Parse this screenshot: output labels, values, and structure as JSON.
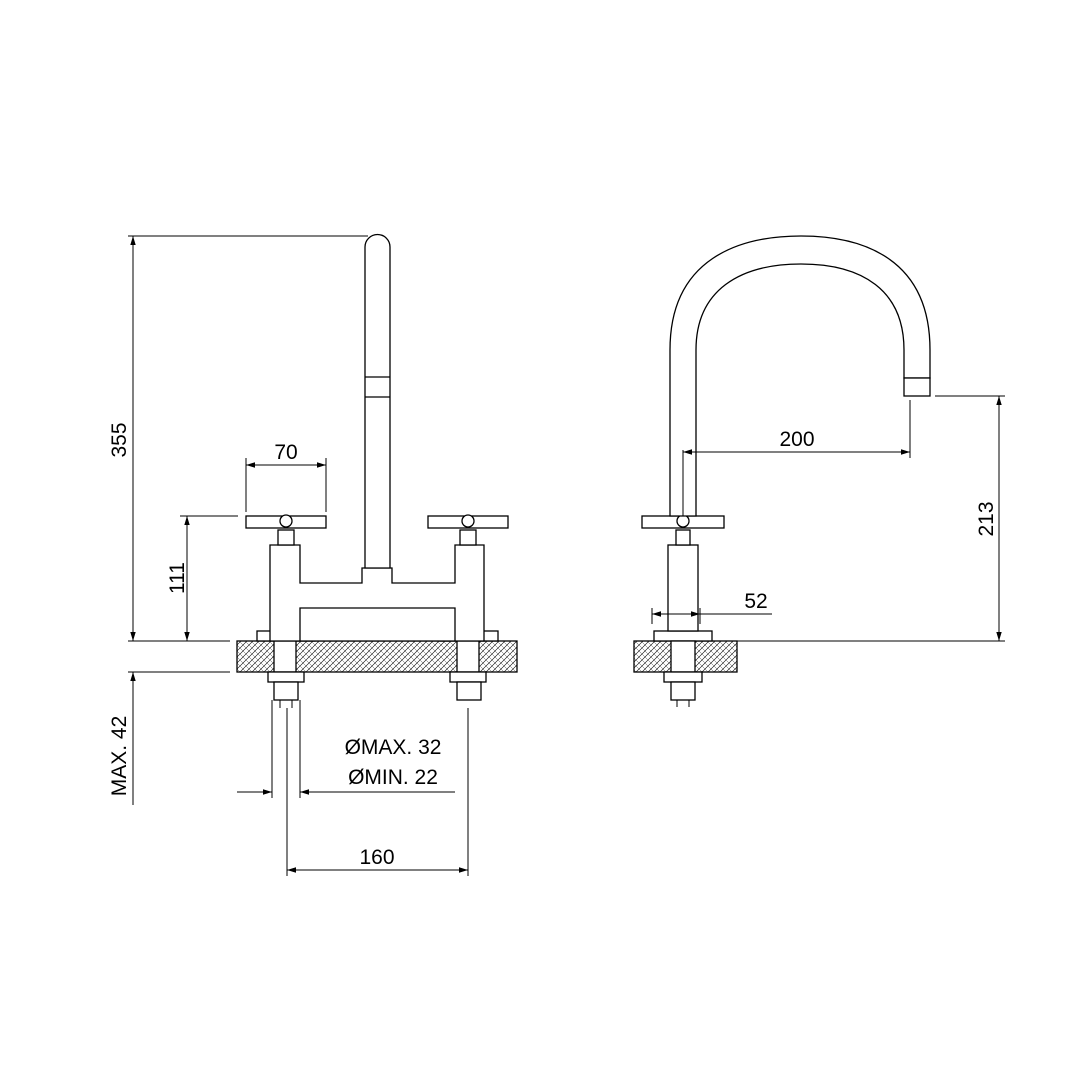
{
  "dimensions": {
    "overall_height": "355",
    "handle_width": "70",
    "handle_height": "111",
    "max_deck_thickness": "MAX. 42",
    "hole_diameter_max": "ØMAX. 32",
    "hole_diameter_min": "ØMIN. 22",
    "center_spacing": "160",
    "spout_reach": "200",
    "spout_height": "213",
    "body_diameter": "52"
  },
  "colors": {
    "line": "#000000",
    "background": "#ffffff"
  }
}
